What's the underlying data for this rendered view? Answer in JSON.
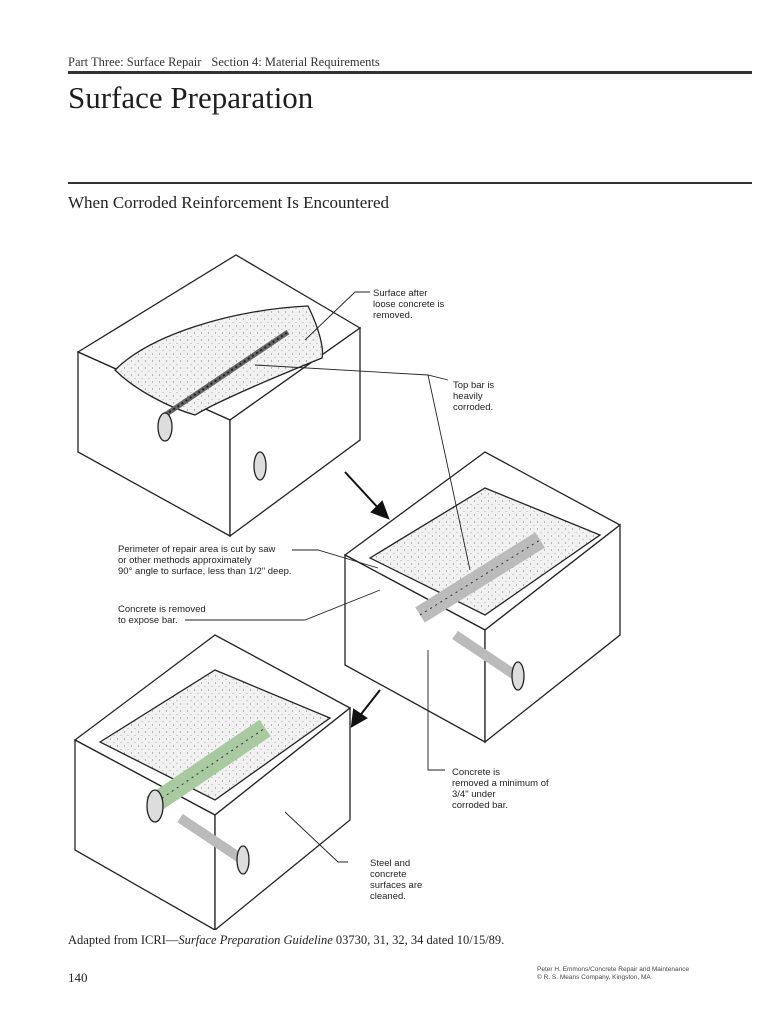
{
  "header": {
    "part": "Part Three: Surface Repair",
    "section": "Section 4: Material Requirements"
  },
  "page_title": "Surface Preparation",
  "section_title": "When Corroded Reinforcement Is Encountered",
  "callouts": {
    "surface_after": "Surface after\nloose concrete is\nremoved.",
    "top_bar": "Top bar is\nheavily\ncorroded.",
    "perimeter": "Perimeter of repair area is cut by saw\nor other methods approximately\n90° angle to surface, less than 1/2\" deep.",
    "concrete_removed": "Concrete is removed\nto expose bar.",
    "minimum": "Concrete is\nremoved a minimum of\n3/4\" under\ncorroded bar.",
    "cleaned": "Steel and\nconcrete\nsurfaces are\ncleaned."
  },
  "caption": {
    "prefix": "Adapted from ICRI—",
    "title": "Surface Preparation Guideline",
    "suffix": " 03730, 31, 32, 34 dated 10/15/89."
  },
  "page_number": "140",
  "imprint": {
    "line1": "Peter H. Emmons/Concrete Repair and Maintenance",
    "line2": "© R. S. Means Company, Kingston, MA"
  },
  "colors": {
    "rule": "#333333",
    "concrete_fill": "#efefef",
    "bar_cleaned": "#a9c9a0"
  }
}
